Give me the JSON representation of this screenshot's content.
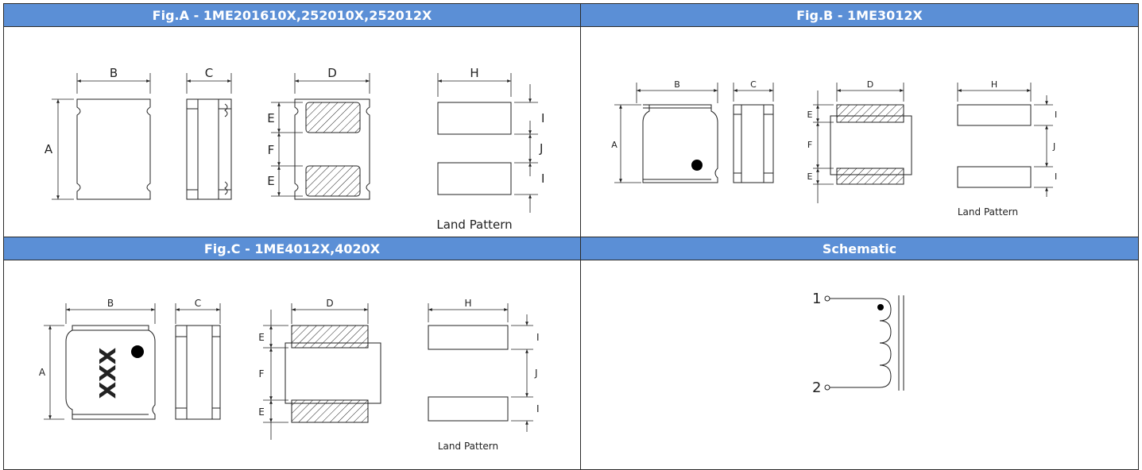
{
  "figA": {
    "title": "Fig.A - 1ME201610X,252010X,252012X",
    "labels": {
      "A": "A",
      "B": "B",
      "C": "C",
      "D": "D",
      "E": "E",
      "F": "F",
      "H": "H",
      "I": "I",
      "J": "J"
    },
    "land_pattern": "Land Pattern"
  },
  "figB": {
    "title": "Fig.B - 1ME3012X",
    "labels": {
      "A": "A",
      "B": "B",
      "C": "C",
      "D": "D",
      "E": "E",
      "F": "F",
      "H": "H",
      "I": "I",
      "J": "J"
    },
    "land_pattern": "Land Pattern"
  },
  "figC": {
    "title": "Fig.C - 1ME4012X,4020X",
    "labels": {
      "A": "A",
      "B": "B",
      "C": "C",
      "D": "D",
      "E": "E",
      "F": "F",
      "H": "H",
      "I": "I",
      "J": "J"
    },
    "marking": "XXX",
    "land_pattern": "Land Pattern"
  },
  "schematic": {
    "title": "Schematic",
    "pin1": "1",
    "pin2": "2"
  },
  "colors": {
    "header_bg": "#5b8fd6",
    "header_text": "#ffffff",
    "border": "#2b2b2b"
  }
}
